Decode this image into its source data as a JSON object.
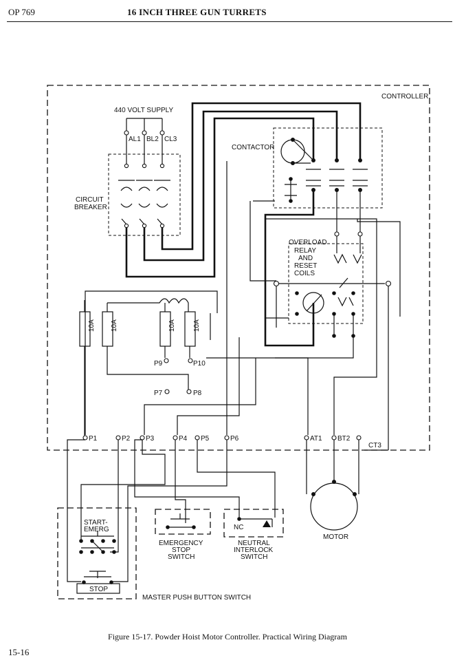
{
  "header": {
    "left": "OP 769",
    "title": "16 INCH THREE GUN TURRETS"
  },
  "page_number": "15-16",
  "caption": "Figure 15-17.  Powder Hoist Motor Controller.  Practical Wiring Diagram",
  "labels": {
    "controller": "CONTROLLER",
    "supply": "440 VOLT SUPPLY",
    "al1": "AL1",
    "bl2": "BL2",
    "cl3": "CL3",
    "contactor": "CONTACTOR",
    "circuit_breaker_1": "CIRCUIT",
    "circuit_breaker_2": "BREAKER",
    "overload_1": "OVERLOAD",
    "overload_2": "RELAY",
    "overload_3": "AND",
    "overload_4": "RESET",
    "overload_5": "COILS",
    "fuse": "10A",
    "p1": "P1",
    "p2": "P2",
    "p3": "P3",
    "p4": "P4",
    "p5": "P5",
    "p6": "P6",
    "p7": "P7",
    "p8": "P8",
    "p9": "P9",
    "p10": "P10",
    "at1": "AT1",
    "bt2": "BT2",
    "ct3": "CT3",
    "start_1": "START-",
    "start_2": "EMERG",
    "stop": "STOP",
    "estop_1": "EMERGENCY",
    "estop_2": "STOP",
    "estop_3": "SWITCH",
    "nc": "NC",
    "neutral_1": "NEUTRAL",
    "neutral_2": "INTERLOCK",
    "neutral_3": "SWITCH",
    "motor": "MOTOR",
    "master": "MASTER PUSH BUTTON SWITCH"
  }
}
